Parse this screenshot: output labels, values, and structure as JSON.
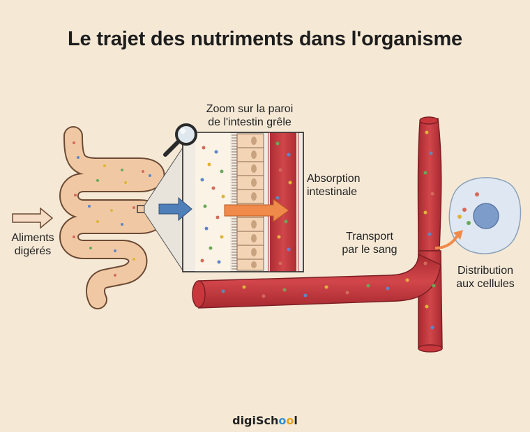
{
  "title": "Le trajet des nutriments dans l'organisme",
  "labels": {
    "food": [
      "Aliments",
      "digérés"
    ],
    "zoom": [
      "Zoom sur la paroi",
      "de l'intestin grêle"
    ],
    "absorption": [
      "Absorption",
      "intestinale"
    ],
    "transport": [
      "Transport",
      "par le sang"
    ],
    "distribution": [
      "Distribution",
      "aux cellules"
    ]
  },
  "brand": {
    "prefix": "digiSch",
    "o1": "o",
    "o2": "o",
    "suffix": "l"
  },
  "colors": {
    "background": "#f5e9d6",
    "intestine": "#f0c9a4",
    "blood_vessel": "#c8373c",
    "absorption_arrow": "#f08a4b",
    "food_arrow": "#4e7fb8",
    "cell": "#dfe8f2",
    "nucleus": "#7e9cc9"
  },
  "icons": [
    "magnifier-icon",
    "input-arrow-icon",
    "blue-arrow-icon",
    "orange-arrow-icon"
  ]
}
